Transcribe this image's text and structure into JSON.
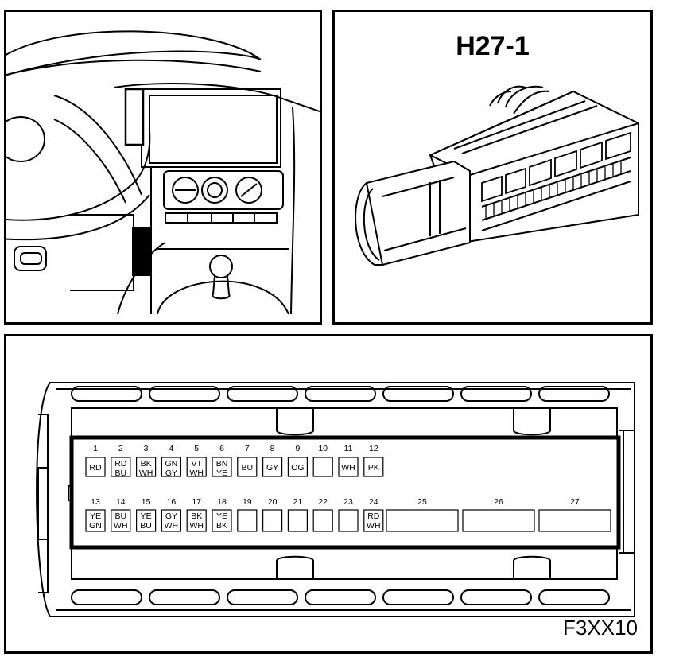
{
  "connector": {
    "title": "H27-1"
  },
  "figure_id": "F3XX10",
  "pins_row1": [
    {
      "num": "1",
      "codes": [
        "RD"
      ]
    },
    {
      "num": "2",
      "codes": [
        "RD",
        "BU"
      ]
    },
    {
      "num": "3",
      "codes": [
        "BK",
        "WH"
      ]
    },
    {
      "num": "4",
      "codes": [
        "GN",
        "GY"
      ]
    },
    {
      "num": "5",
      "codes": [
        "VT",
        "WH"
      ]
    },
    {
      "num": "6",
      "codes": [
        "BN",
        "YE"
      ]
    },
    {
      "num": "7",
      "codes": [
        "BU"
      ]
    },
    {
      "num": "8",
      "codes": [
        "GY"
      ]
    },
    {
      "num": "9",
      "codes": [
        "OG"
      ]
    },
    {
      "num": "10",
      "codes": []
    },
    {
      "num": "11",
      "codes": [
        "WH"
      ]
    },
    {
      "num": "12",
      "codes": [
        "PK"
      ]
    }
  ],
  "pins_row2": [
    {
      "num": "13",
      "codes": [
        "YE",
        "GN"
      ]
    },
    {
      "num": "14",
      "codes": [
        "BU",
        "WH"
      ]
    },
    {
      "num": "15",
      "codes": [
        "YE",
        "BU"
      ]
    },
    {
      "num": "16",
      "codes": [
        "GY",
        "WH"
      ]
    },
    {
      "num": "17",
      "codes": [
        "BK",
        "WH"
      ]
    },
    {
      "num": "18",
      "codes": [
        "YE",
        "BK"
      ]
    },
    {
      "num": "19",
      "codes": []
    },
    {
      "num": "20",
      "codes": []
    },
    {
      "num": "21",
      "codes": []
    },
    {
      "num": "22",
      "codes": []
    },
    {
      "num": "23",
      "codes": []
    },
    {
      "num": "24",
      "codes": [
        "RD",
        "WH"
      ]
    },
    {
      "num": "25",
      "codes": []
    },
    {
      "num": "26",
      "codes": []
    },
    {
      "num": "27",
      "codes": []
    }
  ]
}
